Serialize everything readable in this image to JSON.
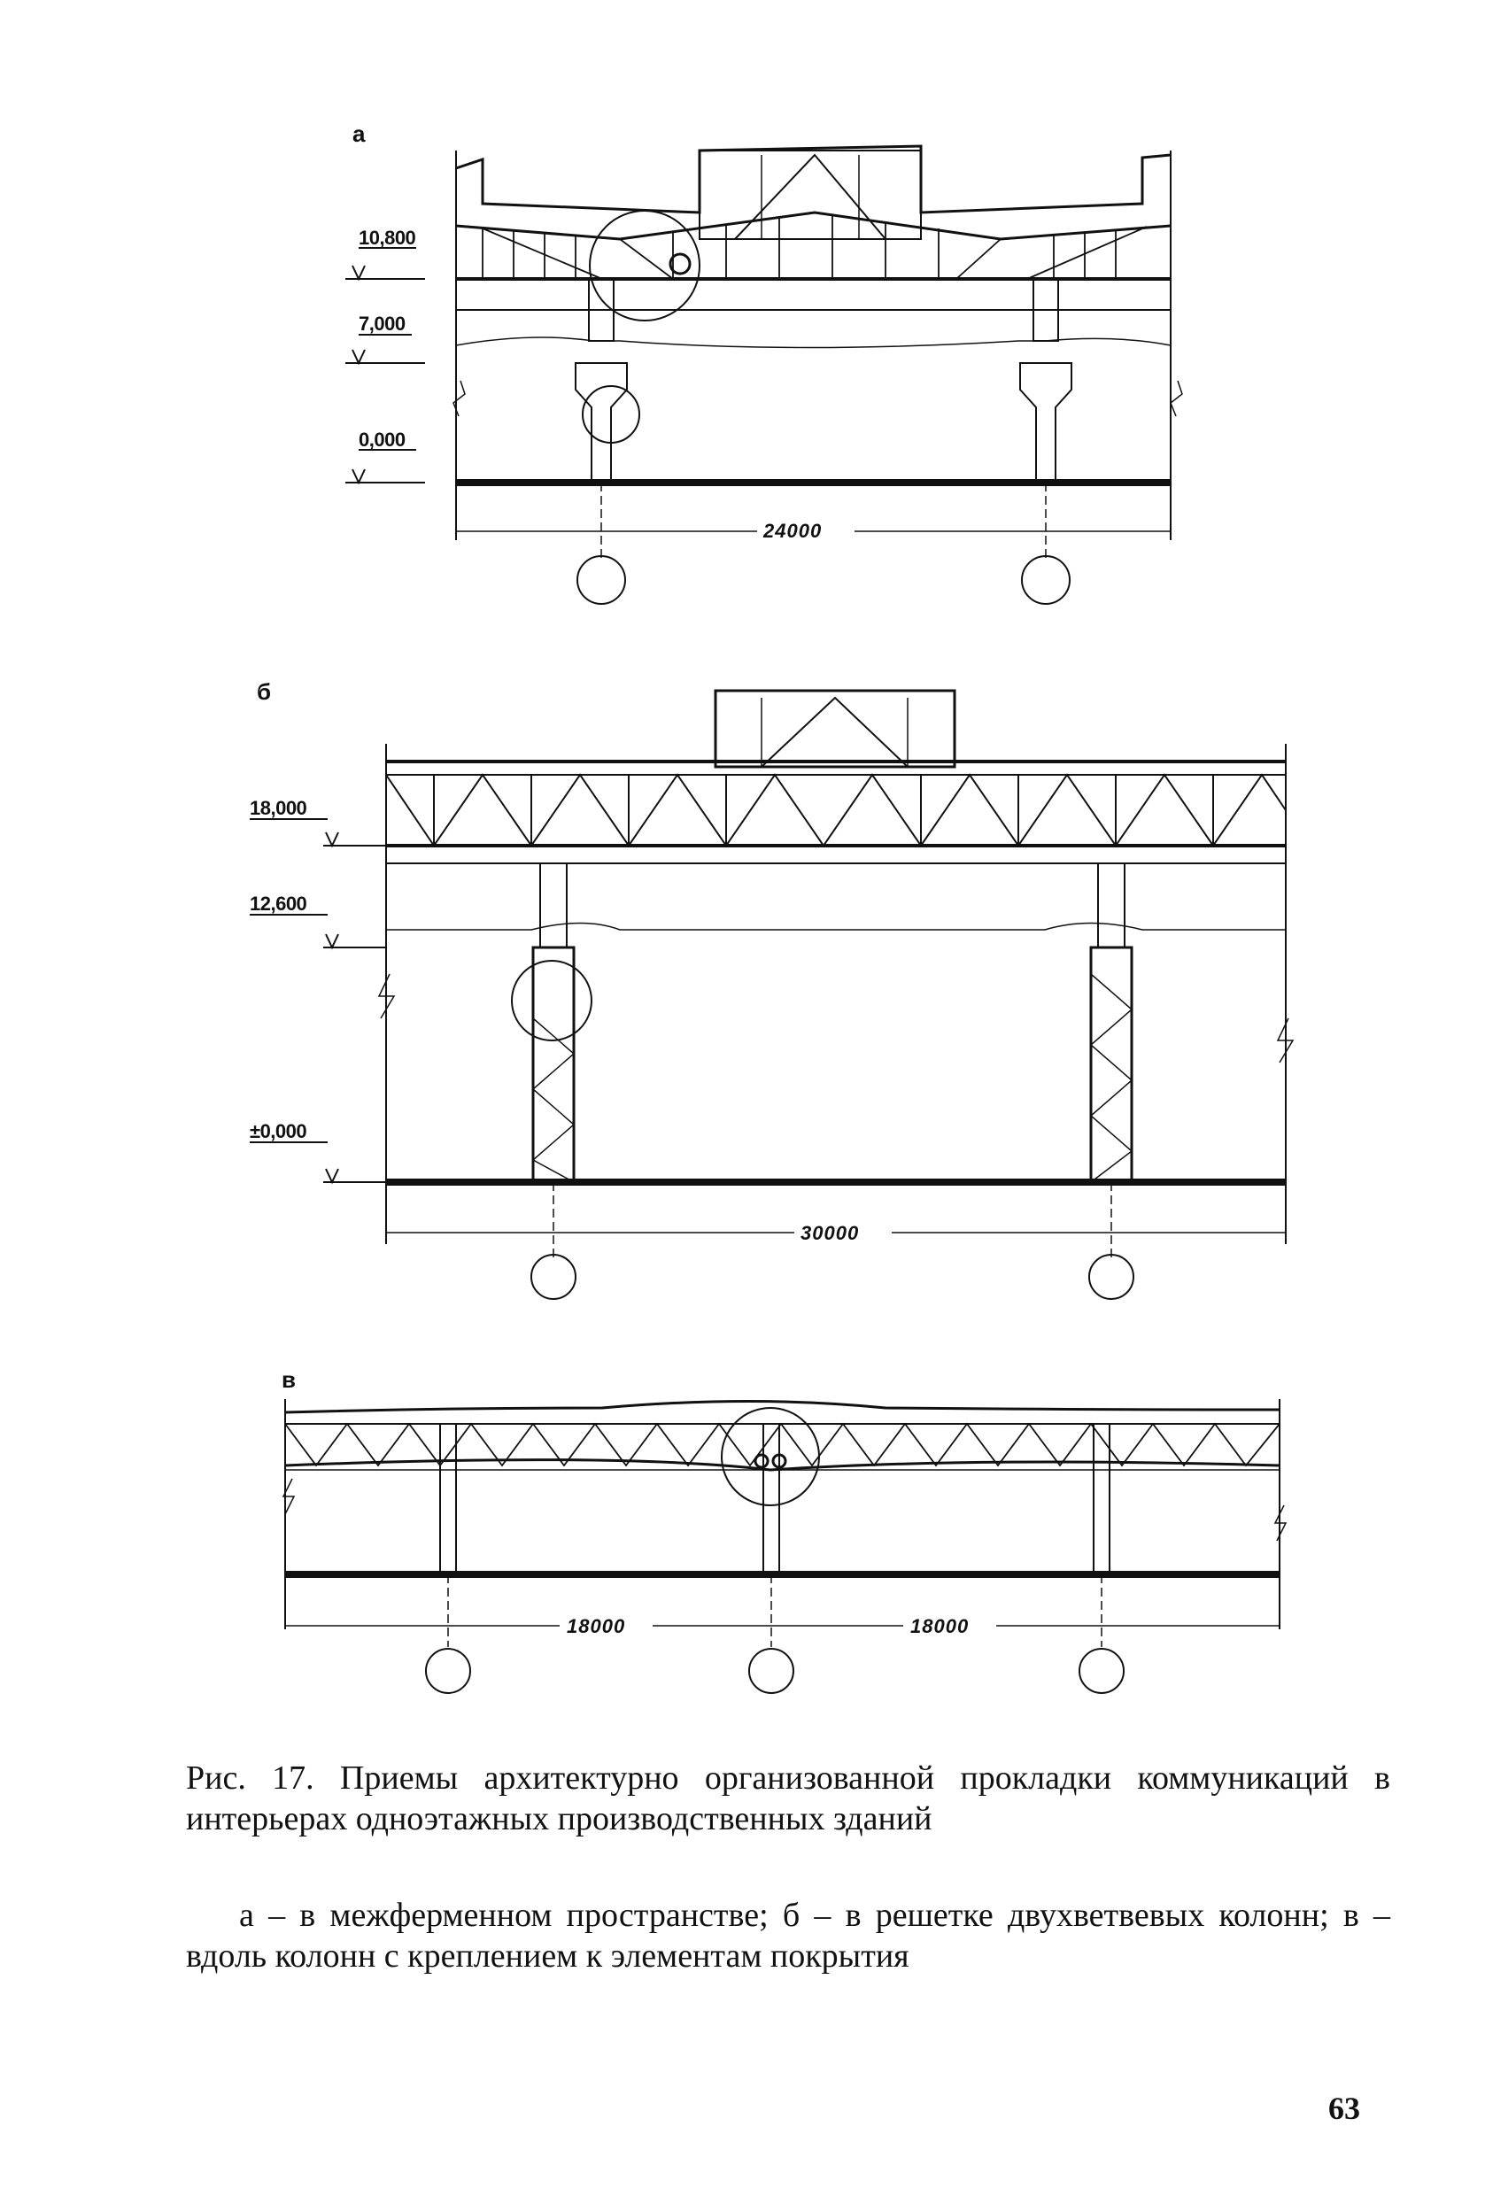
{
  "panel_a": {
    "letter": "а",
    "levels": [
      "10,800",
      "7,000",
      "0,000"
    ],
    "span": "24000"
  },
  "panel_b": {
    "letter": "б",
    "levels": [
      "18,000",
      "12,600",
      "±0,000"
    ],
    "span": "30000"
  },
  "panel_v": {
    "letter": "в",
    "spans": [
      "18000",
      "18000"
    ]
  },
  "caption": {
    "title": "Рис. 17. Приемы архитектурно организованной прокладки коммуникаций в интерьерах одноэтажных производственных зданий",
    "legend": "а – в межферменном пространстве; б – в решетке двухветвевых колонн; в – вдоль колонн с креплением к элементам покрытия"
  },
  "page_number": "63"
}
